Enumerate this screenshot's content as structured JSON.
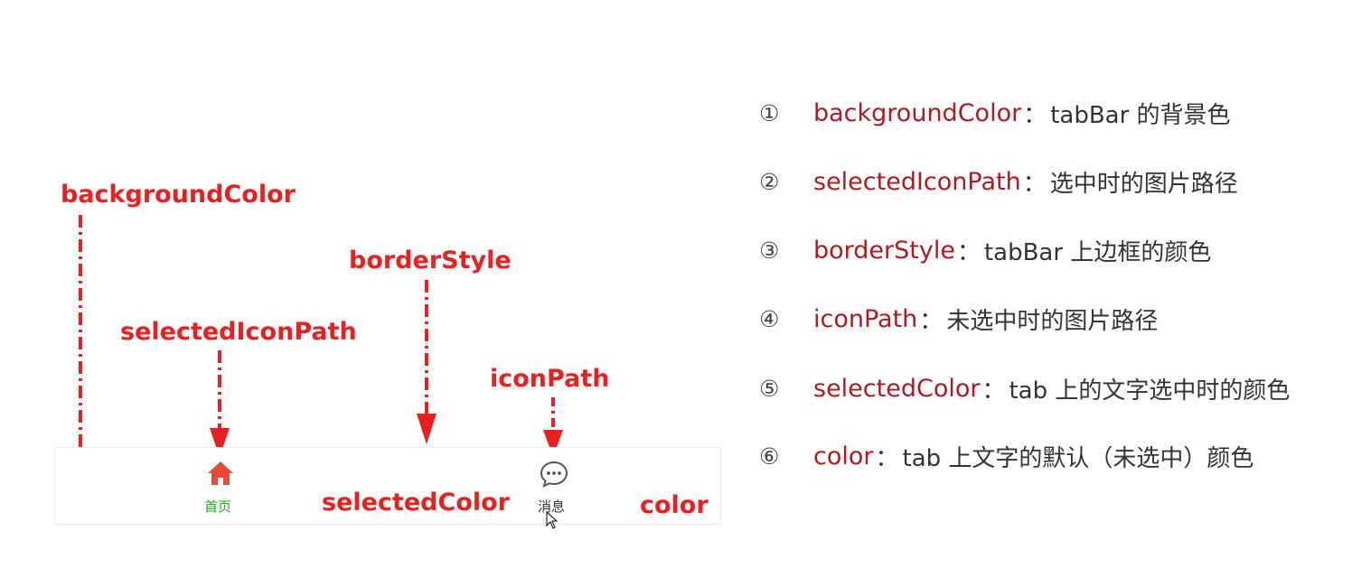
{
  "diagram": {
    "callouts": {
      "background_color": "backgroundColor",
      "border_style": "borderStyle",
      "selected_icon_path": "selectedIconPath",
      "icon_path": "iconPath",
      "selected_color": "selectedColor",
      "color": "color"
    },
    "tabbar": {
      "tabs": [
        {
          "label": "首页",
          "icon": "home-icon",
          "color": "#1aad19",
          "selected": true
        },
        {
          "label": "消息",
          "icon": "chat-bubble-icon",
          "color": "#333333",
          "selected": false
        }
      ],
      "accent_color": "#ea1f1f"
    }
  },
  "legend": [
    {
      "num": "①",
      "key": "backgroundColor",
      "sep": "：",
      "desc": "tabBar 的背景色"
    },
    {
      "num": "②",
      "key": "selectedIconPath",
      "sep": "：",
      "desc": "选中时的图片路径"
    },
    {
      "num": "③",
      "key": "borderStyle",
      "sep": "：",
      "desc": "tabBar 上边框的颜色"
    },
    {
      "num": "④",
      "key": "iconPath",
      "sep": "：",
      "desc": "未选中时的图片路径"
    },
    {
      "num": "⑤",
      "key": "selectedColor",
      "sep": "：",
      "desc": "tab 上的文字选中时的颜色"
    },
    {
      "num": "⑥",
      "key": "color",
      "sep": "：",
      "desc": "tab 上文字的默认（未选中）颜色"
    }
  ],
  "colors": {
    "callout": "#ea1f1f",
    "legend_key": "#b0191e",
    "legend_text": "#333333"
  }
}
